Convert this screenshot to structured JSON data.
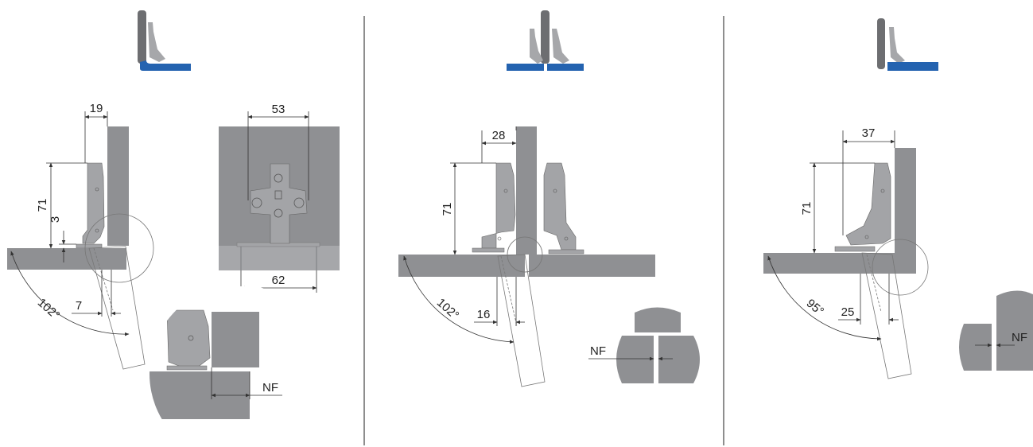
{
  "colors": {
    "panel": "#8f9093",
    "panel_light": "#a6a7aa",
    "hinge": "#a3a4a7",
    "hinge_dark": "#7b7c80",
    "accent_blue": "#2463b0",
    "door_dark": "#6d6e71",
    "separator": "#444444"
  },
  "icons": [
    "full-overlay-icon",
    "half-overlay-icon",
    "inset-icon"
  ],
  "panels": [
    {
      "name": "full-overlay",
      "dims": {
        "width": "19",
        "height": "71",
        "gap": "3",
        "angle": "102°",
        "distance": "7"
      },
      "plate": {
        "hole_spacing": "53",
        "base_width": "62"
      },
      "detail_label": "NF"
    },
    {
      "name": "half-overlay",
      "dims": {
        "width": "28",
        "height": "71",
        "angle": "102°",
        "distance": "16"
      },
      "detail_label": "NF"
    },
    {
      "name": "inset",
      "dims": {
        "width": "37",
        "height": "71",
        "angle": "95°",
        "distance": "25"
      },
      "detail_label": "NF"
    }
  ]
}
